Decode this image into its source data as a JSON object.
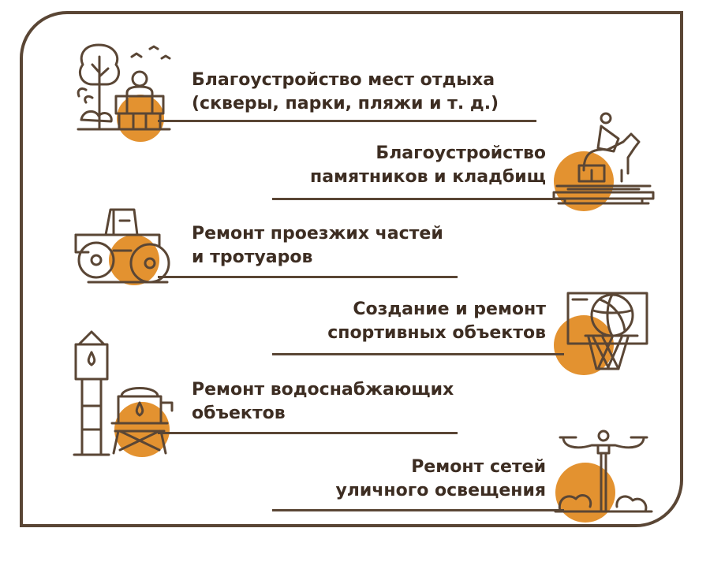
{
  "colors": {
    "accent": "#e39230",
    "outline": "#5a4635",
    "text": "#3d2d22"
  },
  "items": [
    {
      "line1": "Благоустройство мест отдыха",
      "line2": "(скверы, парки, пляжи и т. д.)",
      "icon": "park-bench-tree-icon"
    },
    {
      "line1": "Благоустройство",
      "line2": "памятников и кладбищ",
      "icon": "monument-horse-icon"
    },
    {
      "line1": "Ремонт проезжих частей",
      "line2": "и тротуаров",
      "icon": "road-roller-icon"
    },
    {
      "line1": "Создание и ремонт",
      "line2": "спортивных объектов",
      "icon": "basketball-hoop-icon"
    },
    {
      "line1": "Ремонт водоснабжающих",
      "line2": "объектов",
      "icon": "water-tower-icon"
    },
    {
      "line1": "Ремонт сетей",
      "line2": "уличного освещения",
      "icon": "street-lamp-icon"
    }
  ]
}
